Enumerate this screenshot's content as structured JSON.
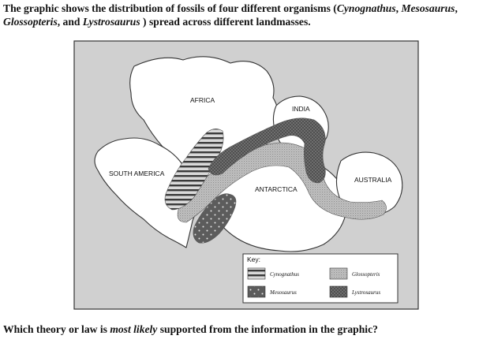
{
  "intro": {
    "part1": "The graphic shows the distribution of fossils of four different organisms (",
    "org1": "Cynognathus",
    "sep1": ", ",
    "org2": "Mesosaurus",
    "sep2": ",",
    "org3": "Glossopteris",
    "sep3": ", and ",
    "org4": "Lystrosaurus",
    "part2": " ) spread across different landmasses."
  },
  "map": {
    "labels": {
      "africa": "AFRICA",
      "india": "INDIA",
      "south_america": "SOUTH AMERICA",
      "antarctica": "ANTARCTICA",
      "australia": "AUSTRALIA"
    },
    "key": {
      "title": "Key:",
      "items": [
        {
          "name": "Cynognathus",
          "pattern": "horizontal-stripes"
        },
        {
          "name": "Glossopteris",
          "pattern": "light-dots"
        },
        {
          "name": "Mesosaurus",
          "pattern": "dark-dots"
        },
        {
          "name": "Lystrosaurus",
          "pattern": "dark-crosshatch"
        }
      ]
    },
    "colors": {
      "background": "#d0d0d0",
      "land": "#ffffff",
      "outline": "#333333"
    }
  },
  "question": {
    "part1": "Which theory or law is ",
    "emph": "most likely",
    "part2": " supported from the information in the graphic?"
  }
}
